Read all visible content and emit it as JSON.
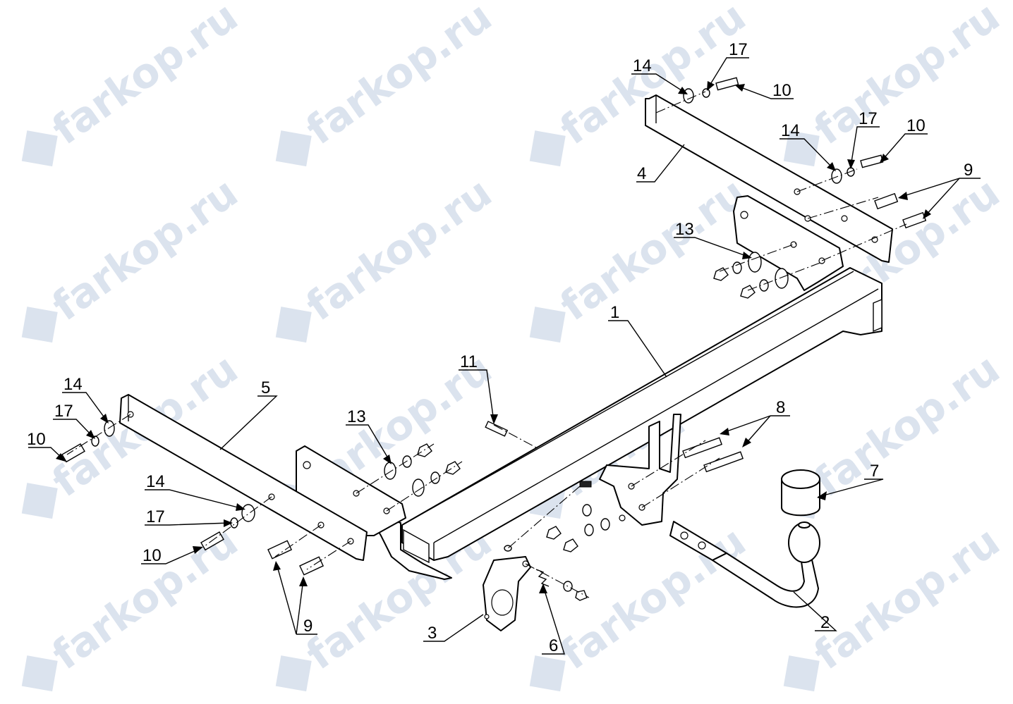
{
  "watermark": {
    "text": "farkop.ru"
  },
  "callouts": [
    {
      "id": "c1",
      "label": "1"
    },
    {
      "id": "c2",
      "label": "2"
    },
    {
      "id": "c3",
      "label": "3"
    },
    {
      "id": "c4",
      "label": "4"
    },
    {
      "id": "c5",
      "label": "5"
    },
    {
      "id": "c6",
      "label": "6"
    },
    {
      "id": "c7",
      "label": "7"
    },
    {
      "id": "c8",
      "label": "8"
    },
    {
      "id": "c9a",
      "label": "9"
    },
    {
      "id": "c9b",
      "label": "9"
    },
    {
      "id": "c10a",
      "label": "10"
    },
    {
      "id": "c10b",
      "label": "10"
    },
    {
      "id": "c10c",
      "label": "10"
    },
    {
      "id": "c10d",
      "label": "10"
    },
    {
      "id": "c11",
      "label": "11"
    },
    {
      "id": "c13a",
      "label": "13"
    },
    {
      "id": "c13b",
      "label": "13"
    },
    {
      "id": "c14a",
      "label": "14"
    },
    {
      "id": "c14b",
      "label": "14"
    },
    {
      "id": "c14c",
      "label": "14"
    },
    {
      "id": "c14d",
      "label": "14"
    },
    {
      "id": "c17a",
      "label": "17"
    },
    {
      "id": "c17b",
      "label": "17"
    },
    {
      "id": "c17c",
      "label": "17"
    },
    {
      "id": "c17d",
      "label": "17"
    }
  ]
}
